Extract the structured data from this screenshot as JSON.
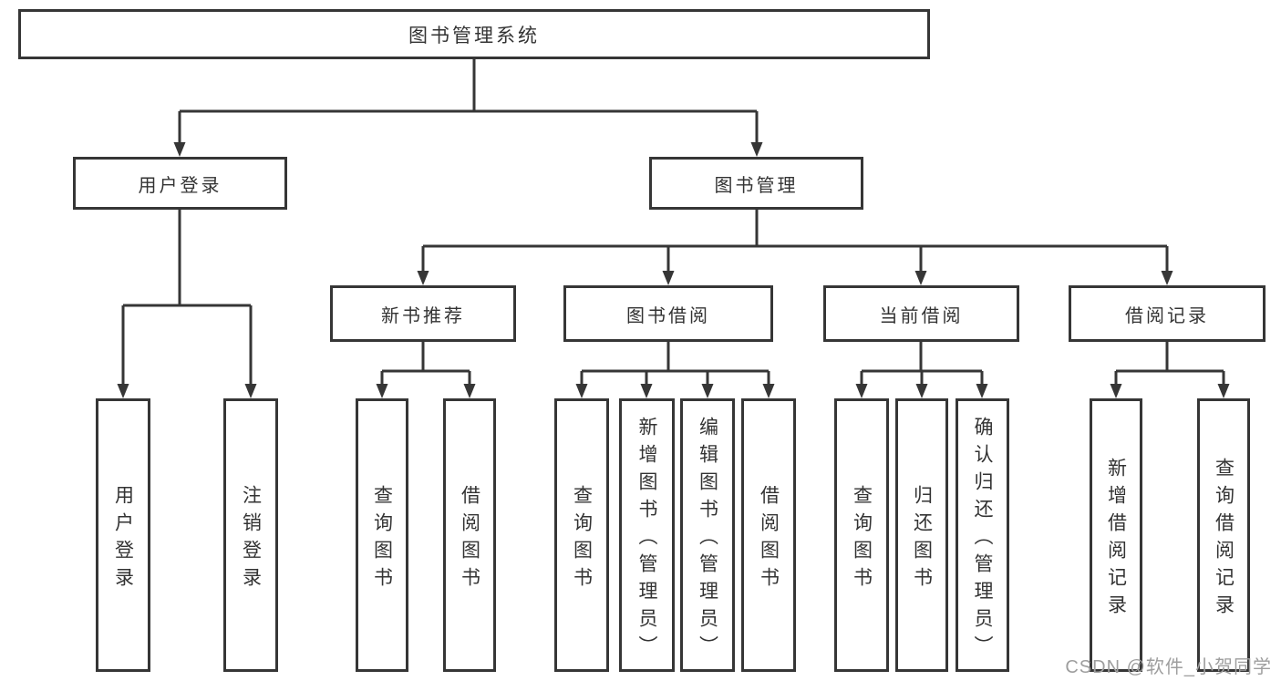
{
  "diagram_type": "functional-structure-tree",
  "tree": {
    "root": {
      "label": "图书管理系统",
      "children": [
        {
          "label": "用户登录",
          "children": [
            {
              "label": "用户登录"
            },
            {
              "label": "注销登录"
            }
          ]
        },
        {
          "label": "图书管理",
          "children": [
            {
              "label": "新书推荐",
              "children": [
                {
                  "label": "查询图书"
                },
                {
                  "label": "借阅图书"
                }
              ]
            },
            {
              "label": "图书借阅",
              "children": [
                {
                  "label": "查询图书"
                },
                {
                  "label": "新增图书（管理员）"
                },
                {
                  "label": "编辑图书（管理员）"
                },
                {
                  "label": "借阅图书"
                }
              ]
            },
            {
              "label": "当前借阅",
              "children": [
                {
                  "label": "查询图书"
                },
                {
                  "label": "归还图书"
                },
                {
                  "label": "确认归还（管理员）"
                }
              ]
            },
            {
              "label": "借阅记录",
              "children": [
                {
                  "label": "新增借阅记录"
                },
                {
                  "label": "查询借阅记录"
                }
              ]
            }
          ]
        }
      ]
    }
  },
  "watermark": "CSDN @软件_小贺同学",
  "colors": {
    "line": "#363636",
    "box_border": "#363636",
    "box_fill": "#ffffff",
    "text": "#333333",
    "watermark": "#9e9e9e",
    "background": "#ffffff"
  }
}
